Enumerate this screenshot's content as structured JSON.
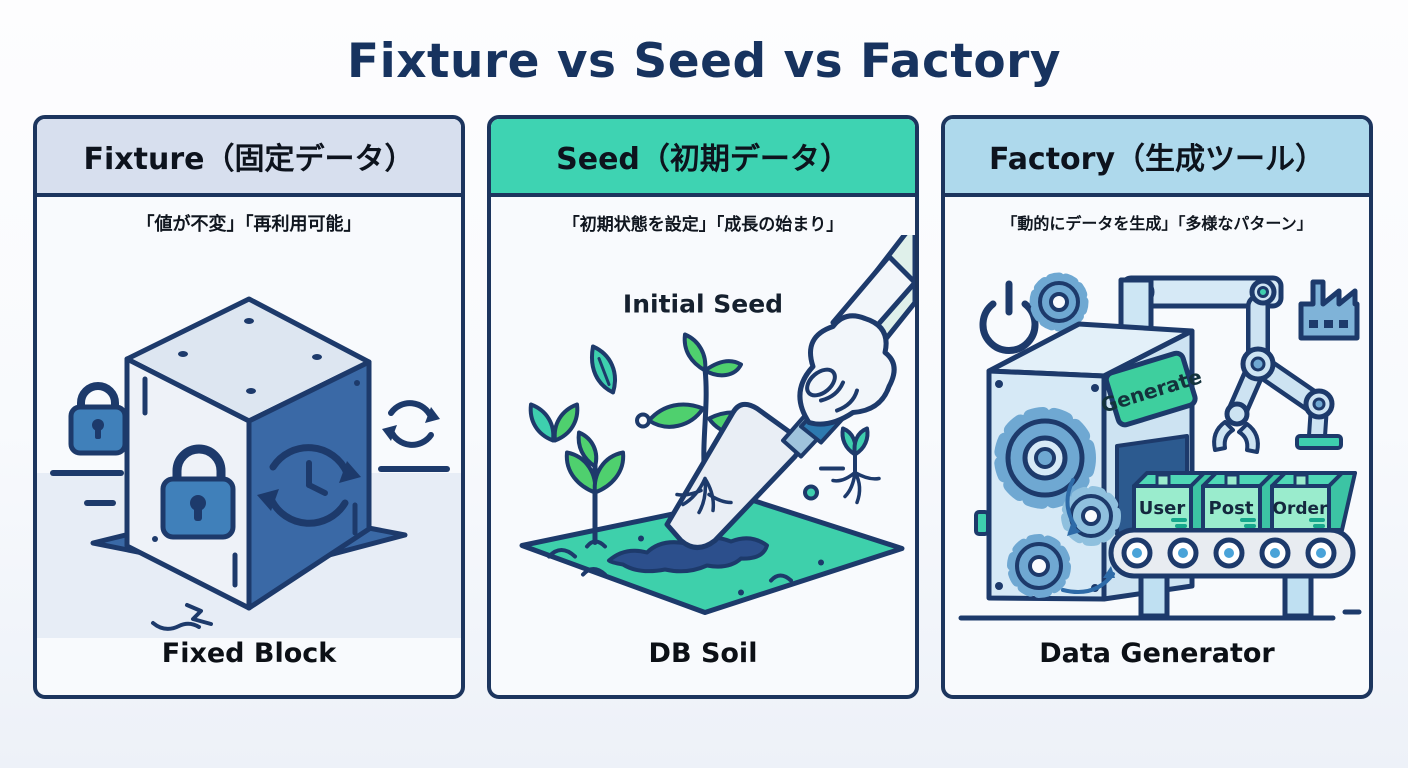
{
  "title": "Fixture vs Seed vs Factory",
  "panels": [
    {
      "heading": "Fixture（固定データ）",
      "subtitle": "「値が不変」「再利用可能」",
      "caption": "Fixed Block"
    },
    {
      "heading": "Seed（初期データ）",
      "subtitle": "「初期状態を設定」「成長の始まり」",
      "caption": "DB Soil",
      "art_label": "Initial Seed"
    },
    {
      "heading": "Factory（生成ツール）",
      "subtitle": "「動的にデータを生成」「多様なパターン」",
      "caption": "Data Generator",
      "generate_label": "Generate",
      "boxes": [
        "User",
        "Post",
        "Order"
      ]
    }
  ],
  "colors": {
    "title_navy": "#17335f",
    "outline_navy": "#1d3a6b",
    "header_fixture": "#d7dfee",
    "header_seed": "#3ed3b2",
    "header_factory": "#aed9ec",
    "cube_dark_blue": "#3a69a6",
    "lock_blue": "#4080ba",
    "leaf_green": "#4fd06e",
    "soil_teal": "#3ed0ab",
    "box_mint": "#9aeccd",
    "machine_blue": "#d6e9f6",
    "gear_blue": "#6fa8d2"
  }
}
